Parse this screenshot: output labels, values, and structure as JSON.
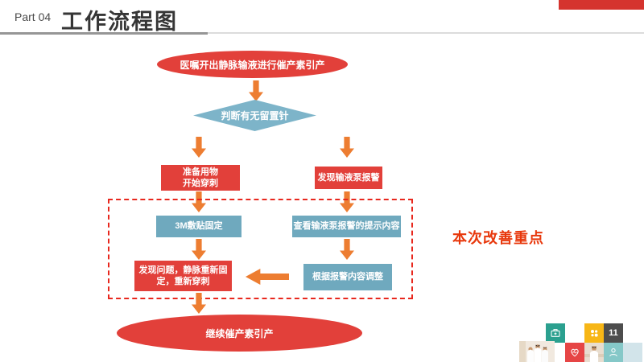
{
  "header": {
    "part_label": "Part 04",
    "title": "工作流程图"
  },
  "flowchart": {
    "start": "医嘱开出静脉输液进行催产素引产",
    "decision": "判断有无留置针",
    "left_steps": [
      "准备用物\n开始穿刺",
      "3M敷贴固定",
      "发现问题，静脉重新固定，重新穿刺"
    ],
    "right_steps": [
      "发现输液泵报警",
      "查看输液泵报警的提示内容",
      "根据报警内容调整"
    ],
    "end": "继续催产素引产",
    "note": "本次改善重点"
  },
  "footer": {
    "page_number": "11",
    "icons": [
      "medical-kit-icon",
      "pills-icon",
      "heart-pulse-icon",
      "doctor-icon"
    ]
  },
  "colors": {
    "shape_red": "#e2403a",
    "shape_teal": "#6fa9be",
    "diamond_teal": "#7db4c9",
    "arrow_orange": "#ed7d31",
    "dashed_red": "#e8281e",
    "note_red": "#e8380c",
    "accent_bar_red": "#d5342e",
    "tile_teal": "#2ba08f",
    "tile_yellow": "#f7b616",
    "tile_dark": "#4d4d4d",
    "tile_red": "#e64545",
    "tile_lightteal": "#85c8c8",
    "tile_pale": "#d2e4ea"
  }
}
